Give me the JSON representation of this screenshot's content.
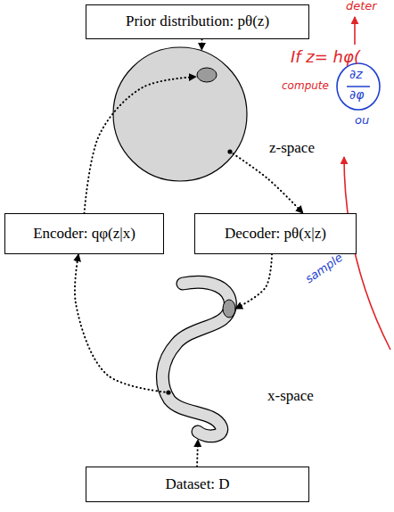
{
  "diagram": {
    "nodes": [
      {
        "text": [
          "Prior distribution: pθ(z)"
        ]
      },
      {
        "text": [
          "z-space"
        ]
      },
      {
        "text": [
          "Encoder: qφ(z|x)"
        ]
      },
      {
        "text": [
          "Decoder: pθ(x|z)"
        ]
      },
      {
        "text": [
          "x-space"
        ]
      },
      {
        "text": [
          "Dataset: D"
        ]
      }
    ],
    "edges": [
      {
        "from": 0,
        "to": 1,
        "arrow": "to"
      },
      {
        "from": 1,
        "to": 3,
        "arrow": "to"
      },
      {
        "from": 2,
        "to": 1,
        "arrow": "to"
      },
      {
        "from": 3,
        "to": 4,
        "arrow": "to"
      },
      {
        "from": 5,
        "to": 4,
        "arrow": "to"
      },
      {
        "from": 4,
        "to": 2,
        "arrow": "to"
      }
    ],
    "labels": [
      "deter",
      "If z= hφ(",
      "compute",
      "∂z",
      "∂φ",
      "ou",
      "sample"
    ]
  }
}
